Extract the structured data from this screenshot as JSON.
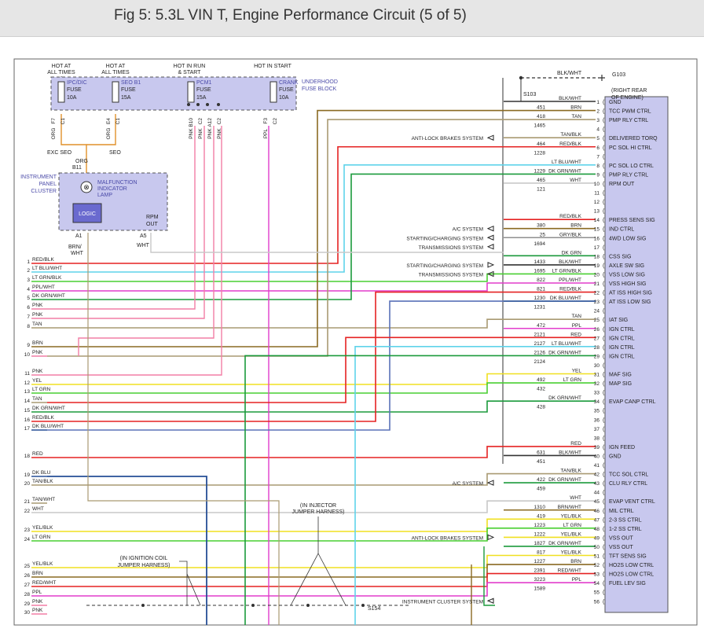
{
  "title": "Fig 5: 5.3L VIN T, Engine Performance Circuit (5 of 5)",
  "fuse_block": {
    "label_line1": "UNDERHOOD",
    "label_line2": "FUSE BLOCK",
    "hot_labels": [
      {
        "l1": "HOT AT",
        "l2": "ALL TIMES"
      },
      {
        "l1": "HOT AT",
        "l2": "ALL TIMES"
      },
      {
        "l1": "HOT IN RUN",
        "l2": "& START"
      },
      {
        "l1": "HOT IN START",
        "l2": ""
      }
    ],
    "fuses": [
      {
        "l1": "IPC/DIC",
        "l2": "FUSE",
        "l3": "10A"
      },
      {
        "l1": "SEO B1",
        "l2": "FUSE",
        "l3": "15A"
      },
      {
        "l1": "PCM1",
        "l2": "FUSE",
        "l3": "15A"
      },
      {
        "l1": "CRANK",
        "l2": "FUSE",
        "l3": "10A"
      }
    ],
    "pins": [
      "F7",
      "C1",
      "E4",
      "C1",
      "B10",
      "C2",
      "A12",
      "C2",
      "F3",
      "C2"
    ],
    "wire_colors": [
      "ORG",
      "ORG",
      "PNK",
      "PNK",
      "PNK",
      "PNK",
      "PPL"
    ],
    "seo_labels": [
      "EXC SEO",
      "SEO"
    ]
  },
  "ipc": {
    "label": [
      "INSTRUMENT",
      "PANEL",
      "CLUSTER"
    ],
    "mil": [
      "MALFUNCTION",
      "INDICATOR",
      "LAMP"
    ],
    "logic": "LOGIC",
    "rpm": [
      "RPM",
      "OUT"
    ],
    "top_pin": "B11",
    "top_wire": "ORG",
    "pin_a1": "A1",
    "pin_a5": "A5",
    "wire_a1": [
      "BRN/",
      "WHT"
    ],
    "wire_a5": "WHT"
  },
  "ground": {
    "label": "G103",
    "wire": "BLK/WHT",
    "splice": "S103",
    "note": [
      "(RIGHT REAR",
      "OF ENGINE)"
    ]
  },
  "left_rows": [
    {
      "n": "1",
      "c": "RED/BLK"
    },
    {
      "n": "2",
      "c": "LT BLU/WHT"
    },
    {
      "n": "3",
      "c": "LT GRN/BLK"
    },
    {
      "n": "4",
      "c": "PPL/WHT"
    },
    {
      "n": "5",
      "c": "DK GRN/WHT"
    },
    {
      "n": "6",
      "c": "PNK"
    },
    {
      "n": "7",
      "c": "PNK"
    },
    {
      "n": "8",
      "c": "TAN"
    },
    {
      "n": "9",
      "c": "BRN"
    },
    {
      "n": "10",
      "c": "PNK"
    },
    {
      "n": "11",
      "c": "PNK"
    },
    {
      "n": "12",
      "c": "YEL"
    },
    {
      "n": "13",
      "c": "LT GRN"
    },
    {
      "n": "14",
      "c": "TAN"
    },
    {
      "n": "15",
      "c": "DK GRN/WHT"
    },
    {
      "n": "16",
      "c": "RED/BLK"
    },
    {
      "n": "17",
      "c": "DK BLU/WHT"
    },
    {
      "n": "18",
      "c": "RED"
    },
    {
      "n": "19",
      "c": "DK BLU"
    },
    {
      "n": "20",
      "c": "TAN/BLK"
    },
    {
      "n": "21",
      "c": "TAN/WHT"
    },
    {
      "n": "22",
      "c": "WHT"
    },
    {
      "n": "23",
      "c": "YEL/BLK"
    },
    {
      "n": "24",
      "c": "LT GRN"
    },
    {
      "n": "25",
      "c": "YEL/BLK"
    },
    {
      "n": "26",
      "c": "BRN"
    },
    {
      "n": "27",
      "c": "RED/WHT"
    },
    {
      "n": "28",
      "c": "PPL"
    },
    {
      "n": "29",
      "c": "PNK"
    },
    {
      "n": "30",
      "c": "PNK"
    }
  ],
  "pcm_pins": [
    {
      "n": "1",
      "c": "BLK/WHT",
      "id": "",
      "f": "GND"
    },
    {
      "n": "2",
      "c": "BRN",
      "id": "451",
      "f": "TCC PWM CTRL"
    },
    {
      "n": "3",
      "c": "TAN",
      "id": "418",
      "f": "PMP RLY CTRL"
    },
    {
      "n": "4",
      "c": "",
      "id": "1465",
      "f": ""
    },
    {
      "n": "5",
      "c": "TAN/BLK",
      "id": "",
      "f": "DELIVERED TORQ"
    },
    {
      "n": "6",
      "c": "RED/BLK",
      "id": "464",
      "f": "PC SOL HI CTRL"
    },
    {
      "n": "7",
      "c": "",
      "id": "1228",
      "f": ""
    },
    {
      "n": "8",
      "c": "LT BLU/WHT",
      "id": "",
      "f": "PC SOL LO CTRL"
    },
    {
      "n": "9",
      "c": "DK GRN/WHT",
      "id": "1229",
      "f": "PMP RLY CTRL"
    },
    {
      "n": "10",
      "c": "WHT",
      "id": "465",
      "f": "RPM OUT"
    },
    {
      "n": "11",
      "c": "",
      "id": "121",
      "f": ""
    },
    {
      "n": "12",
      "c": "",
      "id": "",
      "f": ""
    },
    {
      "n": "13",
      "c": "",
      "id": "",
      "f": ""
    },
    {
      "n": "14",
      "c": "RED/BLK",
      "id": "",
      "f": "PRESS SENS SIG"
    },
    {
      "n": "15",
      "c": "BRN",
      "id": "380",
      "f": "IND CTRL"
    },
    {
      "n": "16",
      "c": "GRY/BLK",
      "id": "25",
      "f": "4WD LOW SIG"
    },
    {
      "n": "17",
      "c": "",
      "id": "1694",
      "f": ""
    },
    {
      "n": "18",
      "c": "DK GRN",
      "id": "",
      "f": "CSS SIG"
    },
    {
      "n": "19",
      "c": "BLK/WHT",
      "id": "1433",
      "f": "AXLE SW SIG"
    },
    {
      "n": "20",
      "c": "LT GRN/BLK",
      "id": "1695",
      "f": "VSS LOW SIG"
    },
    {
      "n": "21",
      "c": "PPL/WHT",
      "id": "822",
      "f": "VSS HIGH SIG"
    },
    {
      "n": "22",
      "c": "RED/BLK",
      "id": "821",
      "f": "AT ISS HIGH SIG"
    },
    {
      "n": "23",
      "c": "DK BLU/WHT",
      "id": "1230",
      "f": "AT ISS LOW SIG"
    },
    {
      "n": "24",
      "c": "",
      "id": "1231",
      "f": ""
    },
    {
      "n": "25",
      "c": "TAN",
      "id": "",
      "f": "IAT SIG"
    },
    {
      "n": "26",
      "c": "PPL",
      "id": "472",
      "f": "IGN CTRL"
    },
    {
      "n": "27",
      "c": "RED",
      "id": "2121",
      "f": "IGN CTRL"
    },
    {
      "n": "28",
      "c": "LT BLU/WHT",
      "id": "2127",
      "f": "IGN CTRL"
    },
    {
      "n": "29",
      "c": "DK GRN/WHT",
      "id": "2126",
      "f": "IGN CTRL"
    },
    {
      "n": "30",
      "c": "",
      "id": "2124",
      "f": ""
    },
    {
      "n": "31",
      "c": "YEL",
      "id": "",
      "f": "MAF SIG"
    },
    {
      "n": "32",
      "c": "LT GRN",
      "id": "492",
      "f": "MAP SIG"
    },
    {
      "n": "33",
      "c": "",
      "id": "432",
      "f": ""
    },
    {
      "n": "34",
      "c": "DK GRN/WHT",
      "id": "",
      "f": "EVAP CANP CTRL"
    },
    {
      "n": "35",
      "c": "",
      "id": "428",
      "f": ""
    },
    {
      "n": "36",
      "c": "",
      "id": "",
      "f": ""
    },
    {
      "n": "37",
      "c": "",
      "id": "",
      "f": ""
    },
    {
      "n": "38",
      "c": "",
      "id": "",
      "f": ""
    },
    {
      "n": "39",
      "c": "RED",
      "id": "",
      "f": "IGN FEED"
    },
    {
      "n": "40",
      "c": "BLK/WHT",
      "id": "631",
      "f": "GND"
    },
    {
      "n": "41",
      "c": "",
      "id": "451",
      "f": ""
    },
    {
      "n": "42",
      "c": "TAN/BLK",
      "id": "",
      "f": "TCC SOL CTRL"
    },
    {
      "n": "43",
      "c": "DK GRN/WHT",
      "id": "422",
      "f": "CLU RLY CTRL"
    },
    {
      "n": "44",
      "c": "",
      "id": "459",
      "f": ""
    },
    {
      "n": "45",
      "c": "WHT",
      "id": "",
      "f": "EVAP VENT CTRL"
    },
    {
      "n": "46",
      "c": "BRN/WHT",
      "id": "1310",
      "f": "MIL CTRL"
    },
    {
      "n": "47",
      "c": "YEL/BLK",
      "id": "419",
      "f": "2-3 SS CTRL"
    },
    {
      "n": "48",
      "c": "LT GRN",
      "id": "1223",
      "f": "1-2 SS CTRL"
    },
    {
      "n": "49",
      "c": "YEL/BLK",
      "id": "1222",
      "f": "VSS OUT"
    },
    {
      "n": "50",
      "c": "DK GRN/WHT",
      "id": "1827",
      "f": "VSS OUT"
    },
    {
      "n": "51",
      "c": "YEL/BLK",
      "id": "817",
      "f": "TFT SENS SIG"
    },
    {
      "n": "52",
      "c": "BRN",
      "id": "1227",
      "f": "HO2S LOW CTRL"
    },
    {
      "n": "53",
      "c": "RED/WHT",
      "id": "2391",
      "f": "HO2S LOW CTRL"
    },
    {
      "n": "54",
      "c": "PPL",
      "id": "3223",
      "f": "FUEL LEV SIG"
    },
    {
      "n": "55",
      "c": "",
      "id": "1589",
      "f": ""
    },
    {
      "n": "56",
      "c": "",
      "id": "",
      "f": ""
    }
  ],
  "systems": [
    {
      "row": 5,
      "t": "ANTI-LOCK BRAKES SYSTEM",
      "dir": "left"
    },
    {
      "row": 15,
      "t": "A/C SYSTEM",
      "dir": "left"
    },
    {
      "row": 16,
      "t": "STARTING/CHARGING SYSTEM",
      "dir": "left"
    },
    {
      "row": 17,
      "t": "TRANSMISSIONS SYSTEM",
      "dir": "left"
    },
    {
      "row": 19,
      "t": "STARTING/CHARGING SYSTEM",
      "dir": "right"
    },
    {
      "row": 20,
      "t": "TRANSMISSIONS SYSTEM",
      "dir": "left"
    },
    {
      "row": 43,
      "t": "A/C SYSTEM",
      "dir": "left"
    },
    {
      "row": 49,
      "t": "ANTI-LOCK BRAKES SYSTEM",
      "dir": "right"
    },
    {
      "row": 56,
      "t": "INSTRUMENT CLUSTER SYSTEM",
      "dir": "left"
    }
  ],
  "notes": {
    "injector": [
      "(IN INJECTOR",
      "JUMPER HARNESS)"
    ],
    "coil": [
      "(IN IGNITION COIL",
      "JUMPER HARNESS)"
    ],
    "s154": "S154"
  },
  "colors": {
    "RED": "#e52222",
    "LTBLU": "#5fd3ea",
    "LTGRN": "#49cf32",
    "PPL": "#e23dcc",
    "DKGRN": "#1b9a3c",
    "PNK": "#f27ea6",
    "TAN": "#a99a72",
    "BRN": "#8a6a22",
    "YEL": "#f0e020",
    "DKBLU": "#264e96",
    "WHT": "#c8c8c8",
    "BLK": "#333333",
    "GRY": "#8f8f8f",
    "BLU": "#5a72b8"
  }
}
